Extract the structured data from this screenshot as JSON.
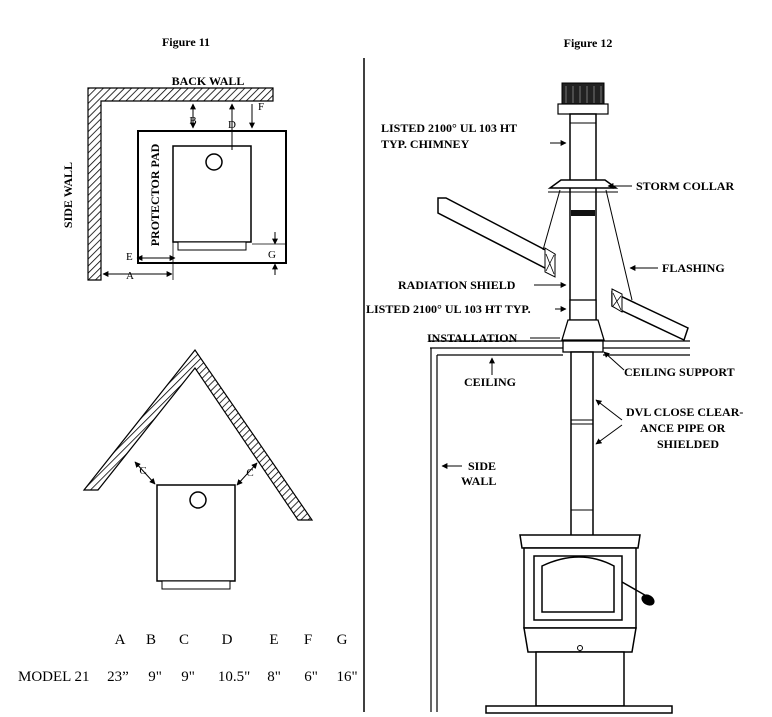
{
  "figure11": {
    "title": "Figure 11",
    "back_wall": "BACK WALL",
    "side_wall": "SIDE WALL",
    "protector_pad": "PROTECTOR PAD",
    "dims": {
      "a": "A",
      "b": "B",
      "d": "D",
      "e": "E",
      "f": "F",
      "g": "G",
      "c_left": "C",
      "c_right": "C"
    }
  },
  "figure12": {
    "title": "Figure 12",
    "chimney_line1": "LISTED 2100° UL 103 HT",
    "chimney_line2": "TYP. CHIMNEY",
    "storm_collar": "STORM COLLAR",
    "flashing": "FLASHING",
    "radiation_shield": "RADIATION  SHIELD",
    "listed_typ": "LISTED 2100° UL 103 HT TYP.",
    "installation": "INSTALLATION",
    "ceiling_support": "CEILING SUPPORT",
    "ceiling": "CEILING",
    "dvl_line1": "DVL CLOSE CLEAR-",
    "dvl_line2": "ANCE  PIPE  OR",
    "dvl_line3": "SHIELDED",
    "side_wall_line1": "SIDE",
    "side_wall_line2": "WALL"
  },
  "table": {
    "headers": [
      "A",
      "B",
      "C",
      "D",
      "E",
      "F",
      "G"
    ],
    "row_label": "MODEL 21",
    "values": [
      "23”",
      "9\"",
      "9\"",
      "10.5\"",
      "8\"",
      "6\"",
      "16\""
    ]
  }
}
